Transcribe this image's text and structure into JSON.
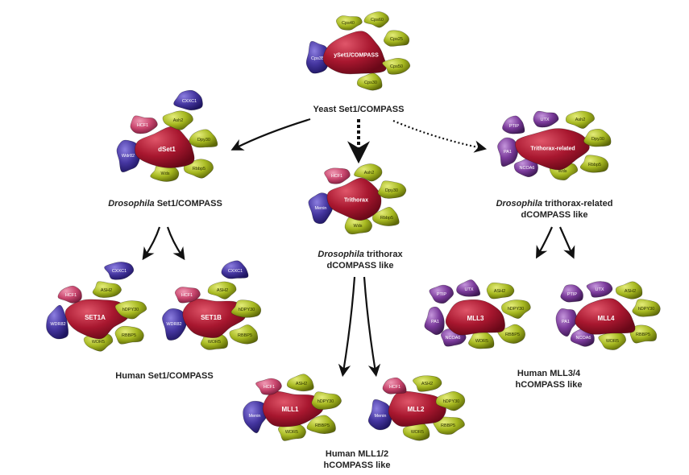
{
  "colors": {
    "core": "#a8172f",
    "coreLight": "#d23a4f",
    "green": "#a6b820",
    "greenLight": "#cdd94a",
    "blue": "#4536a0",
    "blueLight": "#6d5fc6",
    "pink": "#c9466e",
    "pinkLight": "#e2789a",
    "purple": "#7a3a9a",
    "purpleLight": "#a46bc0",
    "arrow": "#111111"
  },
  "captions": {
    "yeast": "Yeast Set1/COMPASS",
    "dset1_italic": "Drosophila",
    "dset1_rest": " Set1/COMPASS",
    "dtrx_italic": "Drosophila",
    "dtrx_rest": " trithorax",
    "dtrx_line2": "dCOMPASS like",
    "dtrr_italic": "Drosophila",
    "dtrr_rest": " trithorax-related",
    "dtrr_line2": "dCOMPASS like",
    "human_set1": "Human Set1/COMPASS",
    "human_mll12_line1": "Human MLL1/2",
    "human_mll12_line2": "hCOMPASS like",
    "human_mll34_line1": "Human MLL3/4",
    "human_mll34_line2": "hCOMPASS like"
  },
  "complexes": {
    "yeast": {
      "core": "ySet1/COMPASS",
      "subunits": [
        "Cps40",
        "Cps60",
        "Cps25",
        "Cps50",
        "Cps30",
        "Cps35"
      ]
    },
    "dset1": {
      "core": "dSet1",
      "subunits": [
        "CXXC1",
        "HCF1",
        "Ash2",
        "Dpy30",
        "Wdr82",
        "Rbbp5",
        "Wds"
      ]
    },
    "dtrx": {
      "core": "Trithorax",
      "subunits": [
        "HCF1",
        "Ash2",
        "Dpy30",
        "Menin",
        "Rbbp5",
        "Wds"
      ]
    },
    "dtrr": {
      "core": "Trithorax-related",
      "subunits": [
        "PTIP",
        "UTX",
        "Ash2",
        "Dpy30",
        "PA1",
        "NCOA6",
        "Rbbp5",
        "Wds"
      ]
    },
    "set1a": {
      "core": "SET1A",
      "subunits": [
        "CXXC1",
        "HCF1",
        "ASH2",
        "hDPY30",
        "WDR82",
        "RBBP5",
        "WDR5"
      ]
    },
    "set1b": {
      "core": "SET1B",
      "subunits": [
        "CXXC1",
        "HCF1",
        "ASH2",
        "hDPY30",
        "WDR82",
        "RBBP5",
        "WDR5"
      ]
    },
    "mll1": {
      "core": "MLL1",
      "subunits": [
        "HCF1",
        "ASH2",
        "hDPY30",
        "Menin",
        "RBBP5",
        "WDR5"
      ]
    },
    "mll2": {
      "core": "MLL2",
      "subunits": [
        "HCF1",
        "ASH2",
        "hDPY30",
        "Menin",
        "RBBP5",
        "WDR5"
      ]
    },
    "mll3": {
      "core": "MLL3",
      "subunits": [
        "PTIP",
        "UTX",
        "ASH2",
        "hDPY30",
        "PA1",
        "NCOA6",
        "RBBP5",
        "WDR5"
      ]
    },
    "mll4": {
      "core": "MLL4",
      "subunits": [
        "PTIP",
        "UTX",
        "ASH2",
        "hDPY30",
        "PA1",
        "NCOA6",
        "RBBP5",
        "WDR5"
      ]
    }
  }
}
